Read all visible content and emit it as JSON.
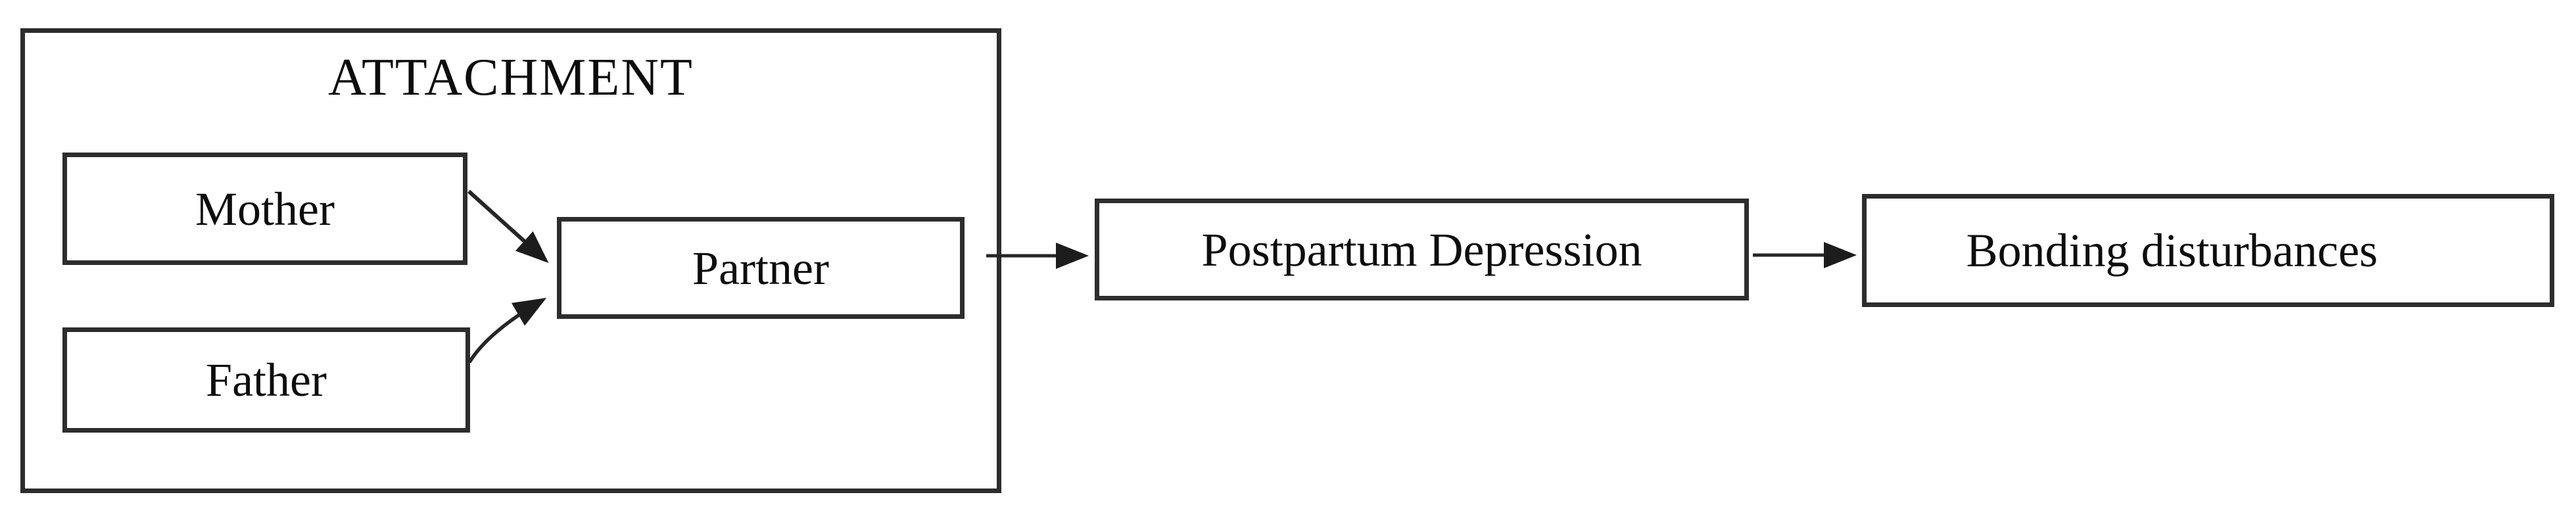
{
  "diagram": {
    "background_color": "#ffffff",
    "line_color": "#262626",
    "text_color": "#0d0d0d",
    "attachment_group": {
      "title": "ATTACHMENT",
      "nodes": {
        "mother": {
          "label": "Mother"
        },
        "father": {
          "label": "Father"
        },
        "partner": {
          "label": "Partner"
        }
      }
    },
    "nodes": {
      "postpartum": {
        "label": "Postpartum Depression"
      },
      "bonding": {
        "label": "Bonding disturbances"
      }
    },
    "edges": [
      {
        "from": "mother",
        "to": "partner",
        "style": "diagonal-arrow"
      },
      {
        "from": "father",
        "to": "partner",
        "style": "diagonal-arrow"
      },
      {
        "from": "attachment-group",
        "to": "postpartum",
        "style": "horizontal-arrow"
      },
      {
        "from": "postpartum",
        "to": "bonding",
        "style": "horizontal-arrow"
      }
    ]
  }
}
